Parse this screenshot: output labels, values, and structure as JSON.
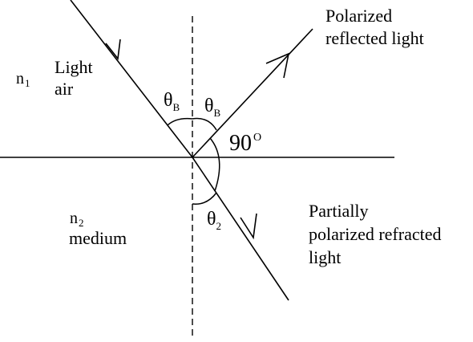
{
  "labels": {
    "n1": "n",
    "n1_sub": "1",
    "light": "Light",
    "air": "air",
    "theta_b_left": "θ",
    "theta_b_left_sub": "B",
    "theta_b_right": "θ",
    "theta_b_right_sub": "B",
    "angle_90": "90",
    "angle_90_sup": "O",
    "reflected_line1": "Polarized",
    "reflected_line2": "reflected light",
    "n2": "n",
    "n2_sub": "2",
    "medium": "medium",
    "theta_2": "θ",
    "theta_2_sub": "2",
    "refracted_line1": "Partially",
    "refracted_line2": "polarized refracted",
    "refracted_line3": "light"
  }
}
